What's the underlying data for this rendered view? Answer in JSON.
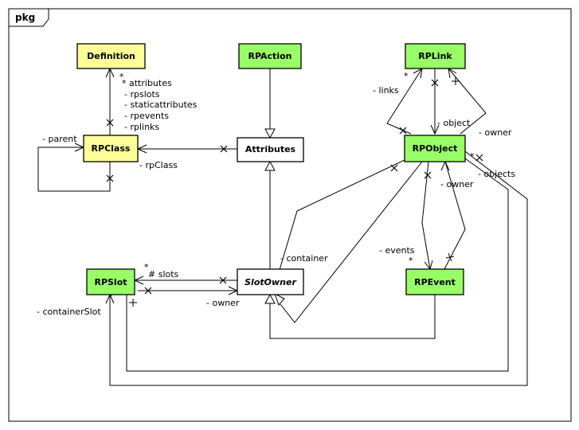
{
  "package": {
    "title": "pkg"
  },
  "classes": {
    "definition": {
      "name": "Definition",
      "fill": "#ffff99"
    },
    "rpaction": {
      "name": "RPAction",
      "fill": "#99ff66"
    },
    "rplink": {
      "name": "RPLink",
      "fill": "#99ff66"
    },
    "rpclass": {
      "name": "RPClass",
      "fill": "#ffff99"
    },
    "attributes": {
      "name": "Attributes",
      "fill": "#ffffff"
    },
    "rpobject": {
      "name": "RPObject",
      "fill": "#99ff66"
    },
    "rpslot": {
      "name": "RPSlot",
      "fill": "#99ff66"
    },
    "slotowner": {
      "name": "SlotOwner",
      "fill": "#ffffff"
    },
    "rpevent": {
      "name": "RPEvent",
      "fill": "#99ff66"
    }
  },
  "labels": {
    "def_mult": "*",
    "def_attributes": "* attributes",
    "def_rpslots": "- rpslots",
    "def_staticattributes": "- staticattributes",
    "def_rpevents": "- rpevents",
    "def_rplinks": "- rplinks",
    "parent": "- parent",
    "rpclass": "- rpClass",
    "links_mult": "*",
    "links": "- links",
    "object": "- object",
    "owner_link": "- owner",
    "objects_mult": "*",
    "objects": "- objects",
    "owner_event": "- owner",
    "container": "- container",
    "events": "- events",
    "events_mult": "*",
    "slots_mult": "*",
    "slots": "# slots",
    "owner_slot": "- owner",
    "container_slot": "- containerSlot"
  }
}
